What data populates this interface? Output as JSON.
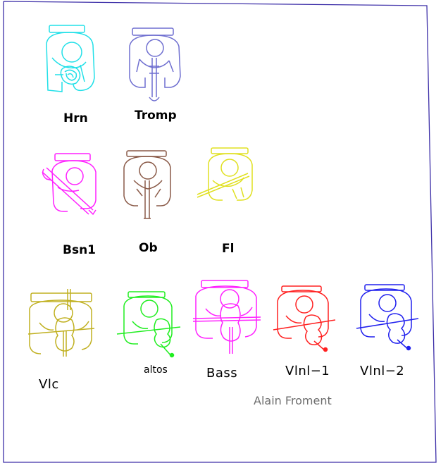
{
  "labels": {
    "hrn": "Hrn",
    "tromp": "Tromp",
    "bsn1": "Bsn1",
    "ob": "Ob",
    "fl": "Fl",
    "vlc": "Vlc",
    "altos": "altos",
    "bass": "Bass",
    "vlnl1": "Vlnl−1",
    "vlnl2": "Vlnl−2"
  },
  "credit": "Alain Froment",
  "colors": {
    "frame": "#3d2fa8",
    "hrn": "#22e0e8",
    "tromp": "#6f6fd0",
    "bsn1": "#ff21ff",
    "ob": "#8a5a48",
    "fl": "#e0e020",
    "vlc": "#c0b020",
    "altos": "#20ee20",
    "bass": "#ff21ff",
    "vlnl1": "#ff2020",
    "vlnl2": "#2020ee",
    "credit": "#6e6e6e"
  },
  "icons": [
    "horn-player-icon",
    "trumpet-player-icon",
    "bassoon-player-icon",
    "oboe-player-icon",
    "flute-player-icon",
    "cello-player-icon",
    "viola-player-icon",
    "bass-player-icon",
    "violin1-player-icon",
    "violin2-player-icon"
  ]
}
